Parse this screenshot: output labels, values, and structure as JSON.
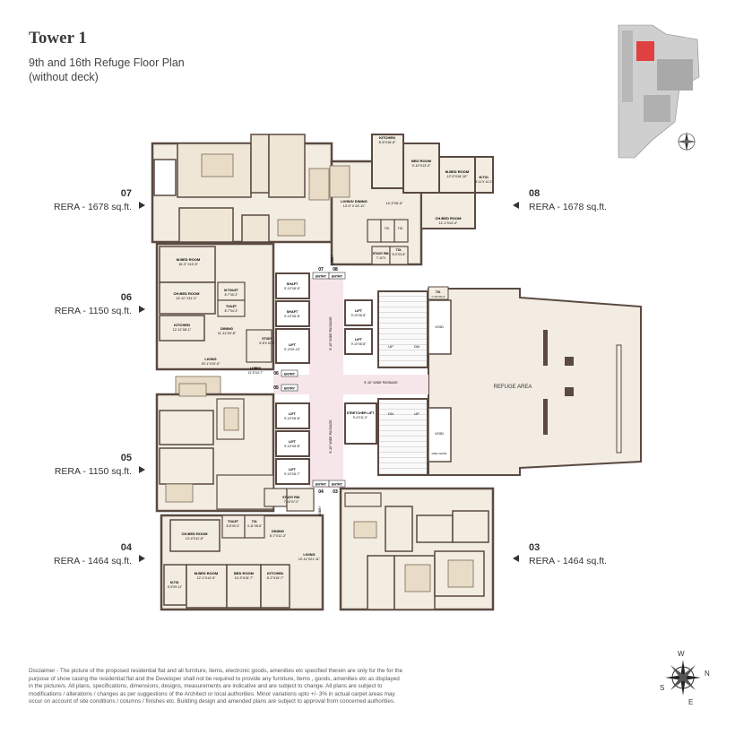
{
  "header": {
    "title": "Tower 1",
    "subtitle_line1": "9th and 16th Refuge Floor Plan",
    "subtitle_line2": "(without deck)"
  },
  "units": [
    {
      "num": "07",
      "rera": "RERA - 1678 sq.ft."
    },
    {
      "num": "08",
      "rera": "RERA - 1678 sq.ft."
    },
    {
      "num": "06",
      "rera": "RERA - 1150 sq.ft."
    },
    {
      "num": "05",
      "rera": "RERA - 1150 sq.ft."
    },
    {
      "num": "04",
      "rera": "RERA - 1464 sq.ft."
    },
    {
      "num": "03",
      "rera": "RERA - 1464 sq.ft."
    }
  ],
  "rooms": {
    "kitchen_08": "KITCHEN",
    "kitchen_08_dim": "8'-5\"X16'-8\"",
    "bed_08": "BED ROOM",
    "bed_08_dim": "9'-10\"X13'-0\"",
    "mbed_08": "M.BED ROOM",
    "mbed_08_dim": "12'-5\"X16'-10\"",
    "mtoi_08": "M.TOI.",
    "mtoi_08_dim": "5'-11\"X 14'-1\"",
    "living_07": "LIVING/ DINING",
    "living_07_dim": "13'-0\" X 24'-11\"",
    "living_08_dim": "14'-3\"X8'-6\"",
    "chbed_08": "CH.BED ROOM",
    "chbed_08_dim": "11'-1\"X13'-4\"",
    "toi_08a": "TOI.",
    "toi_08b": "TOI.",
    "study_08": "STUDY RM.",
    "study_08_dim": "7'-10\"X",
    "toi_08c": "TOI.",
    "toi_08c_dim": "5'-0\"X3'-8\"",
    "lobby_78": "LOBBY",
    "mbed_06": "M.BED ROOM",
    "mbed_06_dim": "16'-3\" X10'-5\"",
    "chbed_06": "CH.BED ROOM",
    "chbed_06_dim": "13'-11\" X11'-3\"",
    "mtoilet_06": "M.TOILET",
    "mtoilet_06_dim": "8'-7\"X5'-2\"",
    "toilet_06": "TOILET",
    "toilet_06_dim": "8'-7\"X4'-3\"",
    "kitchen_06": "KITCHEN",
    "kitchen_06_dim": "12'-11\"X8'-1\"",
    "dining_06": "DINING",
    "dining_06_dim": "11'-11\"X9'-8\"",
    "study_06": "STUDY",
    "study_06_dim": "5'-8\"X 10'-1\"",
    "living_06": "LIVING",
    "living_06_dim": "20'-1\"X10'-5\"",
    "lobby_06": "LOBBY",
    "lobby_06_dim": "12'-5\"X4'-7\"",
    "shaft1": "SHAFT",
    "shaft1_dim": "9'-10\"X8'-8\"",
    "shaft2": "SHAFT",
    "shaft2_dim": "9'-10\"X8'-8\"",
    "lift_a": "LIFT",
    "lift_a_dim": "9'-4\"X9'-10\"",
    "lift_b": "LIFT",
    "lift_b_dim": "9'-10\"X8'-8\"",
    "lift_c": "LIFT",
    "lift_c_dim": "9'-10\"X8'-8\"",
    "toi_refuge": "TOI.",
    "toi_refuge_dim": "7'-10\"X3'-2\"",
    "void1": "VOID",
    "void2": "VOID",
    "up1": "UP",
    "dn1": "DN",
    "up2": "UP",
    "dn2": "DN",
    "refuge": "REFUGE AREA",
    "passage_v1": "9'-10\" WIDE PASSAGE",
    "passage_h": "9'-10\" WIDE PASSAGE",
    "passage_v2": "9'-10\" WIDE PASSAGE",
    "lift_d": "LIFT",
    "lift_d_dim": "9'-10\"X8'-8\"",
    "lift_e": "LIFT",
    "lift_e_dim": "9'-10\"X8'-8\"",
    "lift_f": "LIFT",
    "lift_f_dim": "9'-10\"X8'-7\"",
    "stretcher": "STRETCHER LIFT",
    "stretcher_dim": "9'-4\"X11'-0\"",
    "fire_chute": "FIRE CHUTE",
    "study_04": "STUDY RM.",
    "study_04_dim": "7'-10\"X7'-2\"",
    "lobby_34": "LOBBY",
    "chbed_04": "CH.BED ROOM",
    "chbed_04_dim": "13'-4\"X11'-6\"",
    "toilet_04": "TOILET",
    "toilet_04_dim": "8'-8\"X5'-4\"",
    "toi_04": "TOI.",
    "toi_04_dim": "4'-11\"X8'-6\"",
    "dining_04": "DINING",
    "dining_04_dim": "8'-7\"X11'-3\"",
    "living_04": "LIVING",
    "living_04_dim": "10'-11\"X21'-11\"",
    "mtoi_04": "M.TOI.",
    "mtoi_04_dim": "5'-3\"X9'-11\"",
    "mbed_04": "M.BED ROOM",
    "mbed_04_dim": "12'-1\"X14'-5\"",
    "bed_04": "BED ROOM",
    "bed_04_dim": "10'-3\"X15'-7\"",
    "kitchen_04": "KITCHEN",
    "kitchen_04_dim": "8'-2\"X15'-7\""
  },
  "entries": {
    "e07": "07",
    "e08": "08",
    "entry1": "ENTRY",
    "entry2": "ENTRY",
    "e06": "06",
    "entry3": "ENTRY",
    "e05": "05",
    "entry4": "ENTRY",
    "e04": "04",
    "e03": "03",
    "entry5": "ENTRY",
    "entry6": "ENTRY"
  },
  "compass": {
    "n": "N",
    "s": "S",
    "e": "E",
    "w": "W"
  },
  "disclaimer": "Disclaimer - The picture of the proposed residential flat and all furniture, items, electronic goods, amenities etc specified therein are only for the for the purpose of show casing the residential flat and the Developer shall not be required to provide any furniture, items , goods, amenities etc as displayed in the picture/s. All plans, specifications, dimensions, designs, measurements are indicative and are subject to change. All plans are subject to modifications / alterations / changes as per suggestions of the Architect or local authorities. Minor variations upto +/- 3% in actual carpet areas may occur on account of site conditions / columns / finishes etc. Building design and amended plans are subject to approval from concerned authorities.",
  "colors": {
    "room": "#f3ece0",
    "wall": "#5a4a42",
    "corridor": "#f6e6ea",
    "refuge": "#f1ebe0"
  }
}
